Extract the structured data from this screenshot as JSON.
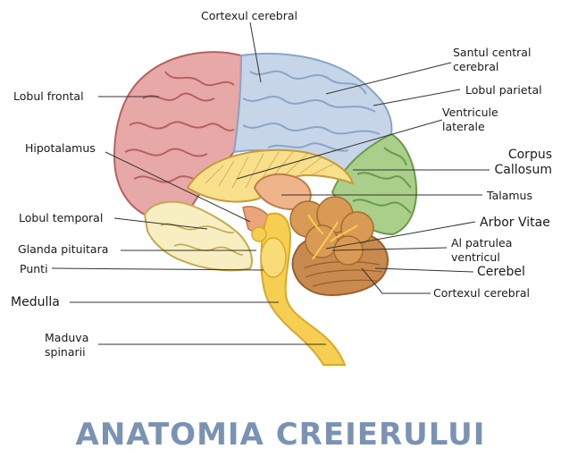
{
  "title": "ANATOMIA CREIERULUI",
  "colors": {
    "frontal": "#e7a9a7",
    "frontal_stroke": "#b9605f",
    "parietal": "#c6d6e8",
    "parietal_stroke": "#8aa6c6",
    "occipital": "#a9cf8a",
    "occipital_stroke": "#6b9a4a",
    "temporal": "#f7eec2",
    "yellow": "#f6cf52",
    "cerebellum": "#c98a4f",
    "title": "#7a93b5"
  },
  "labels": {
    "cortex_top": "Cortexul cerebral",
    "santul": "Santul central\ncerebral",
    "lobul_frontal": "Lobul frontal",
    "lobul_parietal": "Lobul parietal",
    "ventricule": "Ventricule\nlaterale",
    "hipotalamus": "Hipotalamus",
    "corpus": "Corpus\nCallosum",
    "talamus": "Talamus",
    "lobul_temporal": "Lobul temporal",
    "arbor": "Arbor Vitae",
    "glanda": "Glanda pituitara",
    "al_patrulea": "Al patrulea\nventricul",
    "punti": "Punti",
    "cerebel": "Cerebel",
    "medulla": "Medulla",
    "cortex_bottom": "Cortexul cerebral",
    "maduva": "Maduva\nspinarii"
  }
}
